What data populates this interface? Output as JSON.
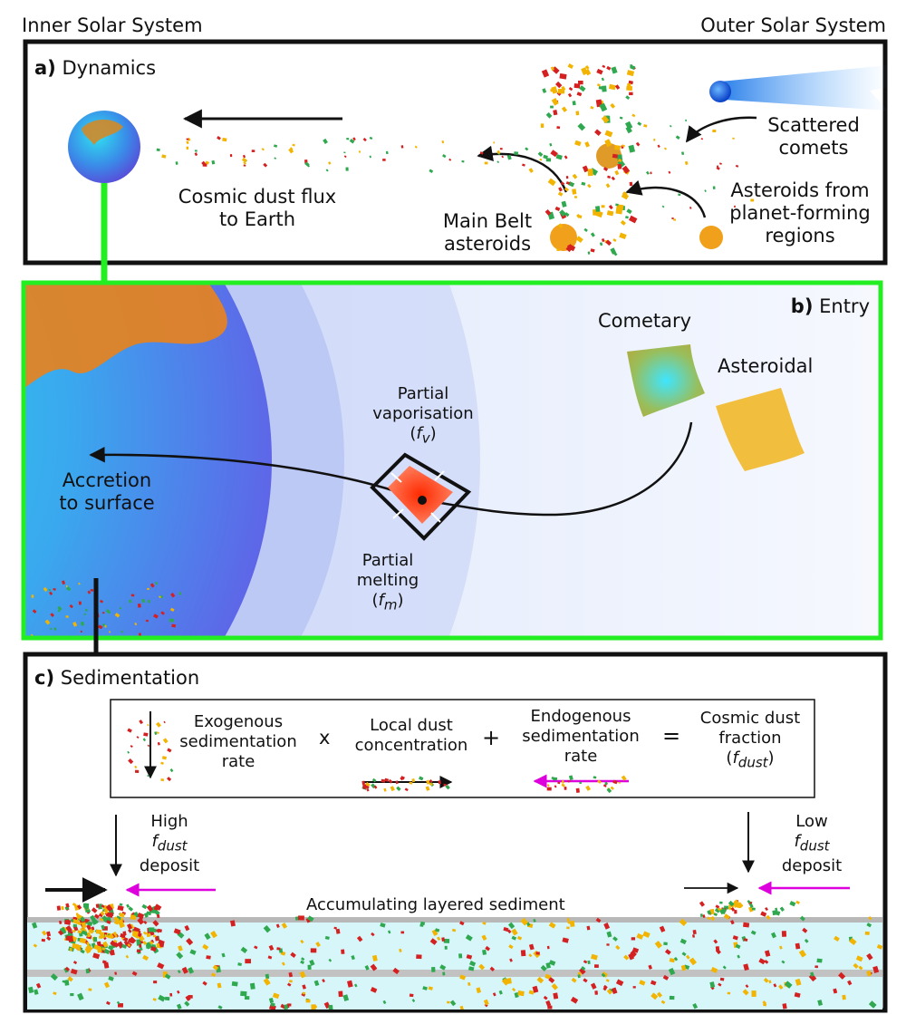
{
  "header": {
    "left": "Inner Solar System",
    "right": "Outer Solar System"
  },
  "panel_a": {
    "letter": "a)",
    "title": "Dynamics",
    "flux_label": [
      "Cosmic dust flux",
      "to Earth"
    ],
    "main_belt": [
      "Main Belt",
      "asteroids"
    ],
    "comets": [
      "Scattered",
      "comets"
    ],
    "planet_forming": [
      "Asteroids from",
      "planet-forming",
      "regions"
    ]
  },
  "panel_b": {
    "letter": "b)",
    "title": "Entry",
    "cometary": "Cometary",
    "asteroidal": "Asteroidal",
    "vaporisation": [
      "Partial",
      "vaporisation"
    ],
    "fv": {
      "open": "(",
      "sym": "f",
      "sub": "v",
      "close": ")"
    },
    "melting": [
      "Partial",
      "melting"
    ],
    "fm": {
      "open": "(",
      "sym": "f",
      "sub": "m",
      "close": ")"
    },
    "accretion": [
      "Accretion",
      "to surface"
    ]
  },
  "panel_c": {
    "letter": "c)",
    "title": "Sedimentation",
    "equation": {
      "exogenous": [
        "Exogenous",
        "sedimentation",
        "rate"
      ],
      "times": "x",
      "local": [
        "Local dust",
        "concentration"
      ],
      "plus": "+",
      "endogenous": [
        "Endogenous",
        "sedimentation",
        "rate"
      ],
      "equals": "=",
      "cosmic": [
        "Cosmic dust",
        "fraction"
      ],
      "fdust": {
        "open": "(",
        "sym": "f",
        "sub": "dust",
        "close": ")"
      }
    },
    "high": {
      "word": "High",
      "sym": "f",
      "sub": "dust",
      "tail": "deposit"
    },
    "low": {
      "word": "Low",
      "sym": "f",
      "sub": "dust",
      "tail": "deposit"
    },
    "sediment": "Accumulating layered sediment"
  },
  "colors": {
    "panel_b_border": "#22ee22",
    "endogenous_arrow": "#dd00dd",
    "dust_red": "#d42020",
    "dust_green": "#2fa84f",
    "dust_yellow": "#f2b400"
  }
}
